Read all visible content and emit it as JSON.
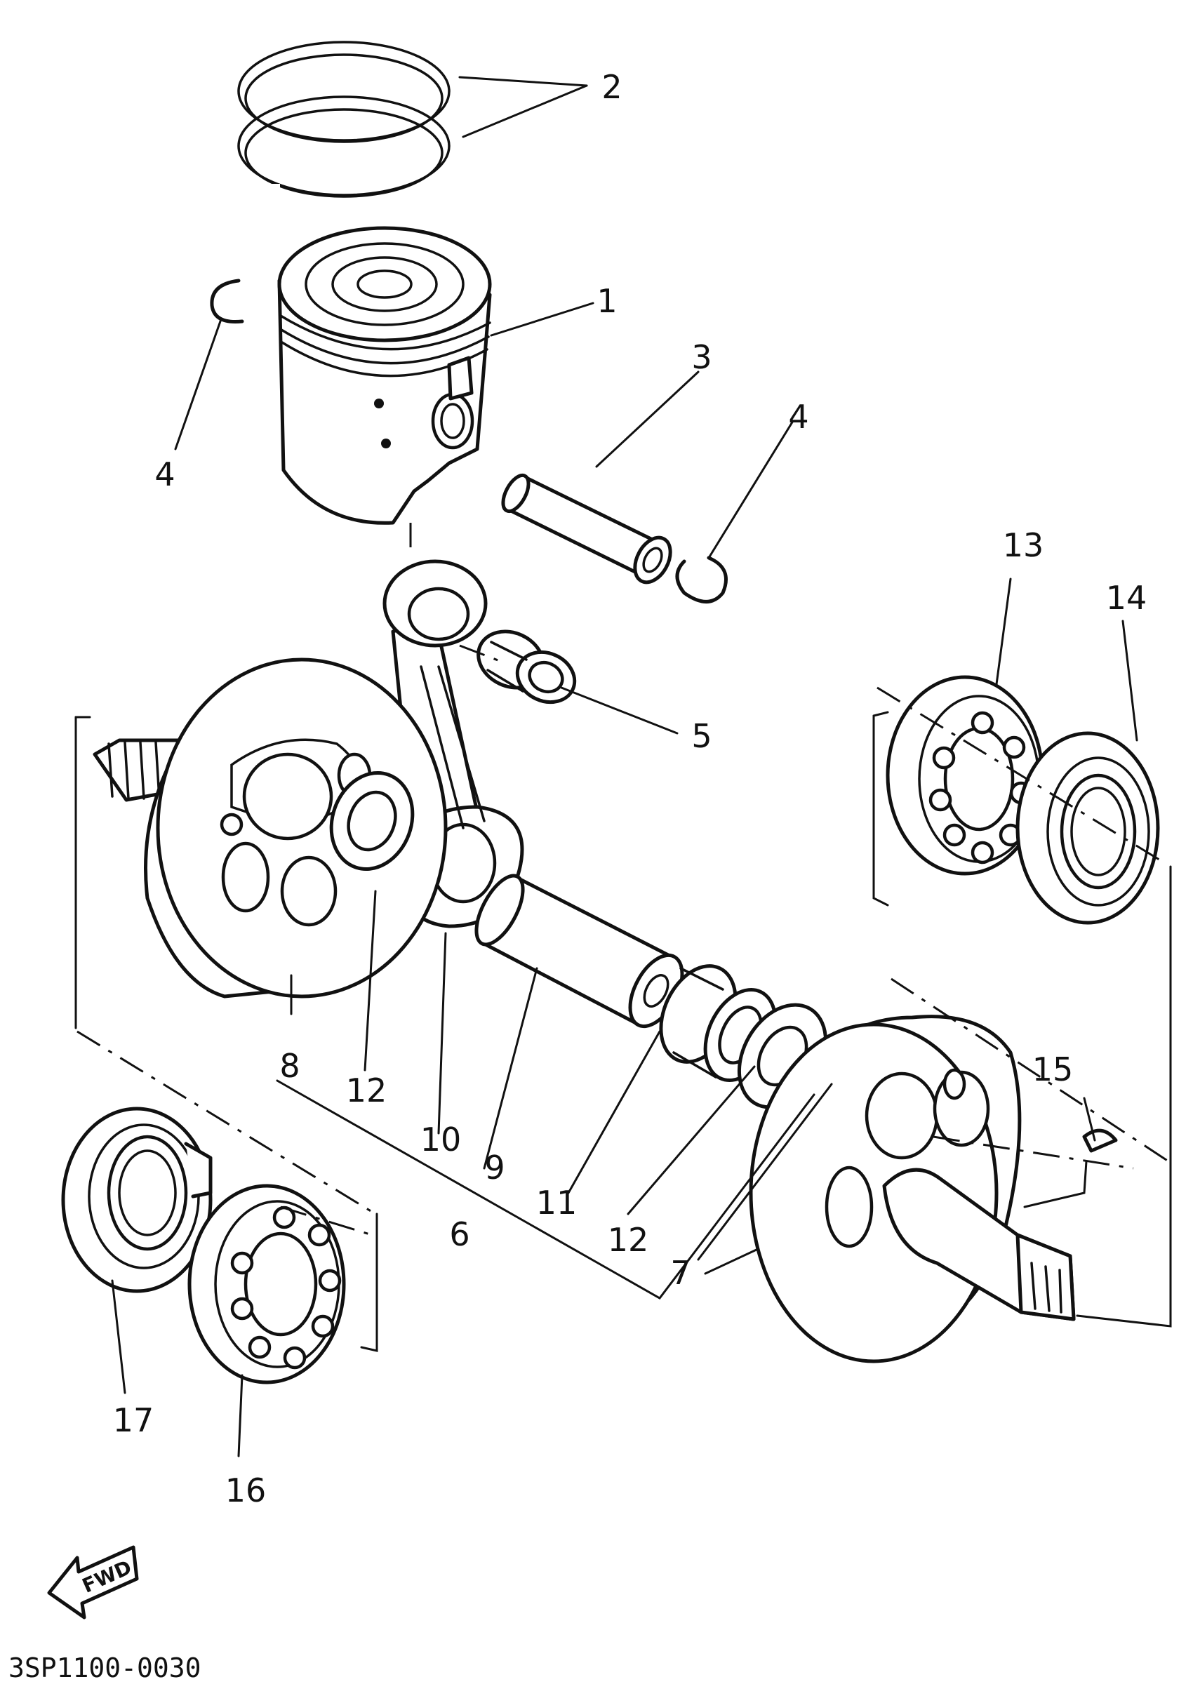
{
  "callouts": [
    {
      "id": "label-1",
      "text": "1"
    },
    {
      "id": "label-2",
      "text": "2"
    },
    {
      "id": "label-3",
      "text": "3"
    },
    {
      "id": "label-4a",
      "text": "4"
    },
    {
      "id": "label-4b",
      "text": "4"
    },
    {
      "id": "label-5",
      "text": "5"
    },
    {
      "id": "label-6",
      "text": "6"
    },
    {
      "id": "label-7",
      "text": "7"
    },
    {
      "id": "label-8",
      "text": "8"
    },
    {
      "id": "label-9",
      "text": "9"
    },
    {
      "id": "label-10",
      "text": "10"
    },
    {
      "id": "label-11",
      "text": "11"
    },
    {
      "id": "label-12a",
      "text": "12"
    },
    {
      "id": "label-12b",
      "text": "12"
    },
    {
      "id": "label-13",
      "text": "13"
    },
    {
      "id": "label-14",
      "text": "14"
    },
    {
      "id": "label-15",
      "text": "15"
    },
    {
      "id": "label-16",
      "text": "16"
    },
    {
      "id": "label-17",
      "text": "17"
    }
  ],
  "fwd_arrow": {
    "text": "FWD",
    "icon": "fwd-arrow-icon"
  },
  "diagram_code": "3SP1100-0030"
}
